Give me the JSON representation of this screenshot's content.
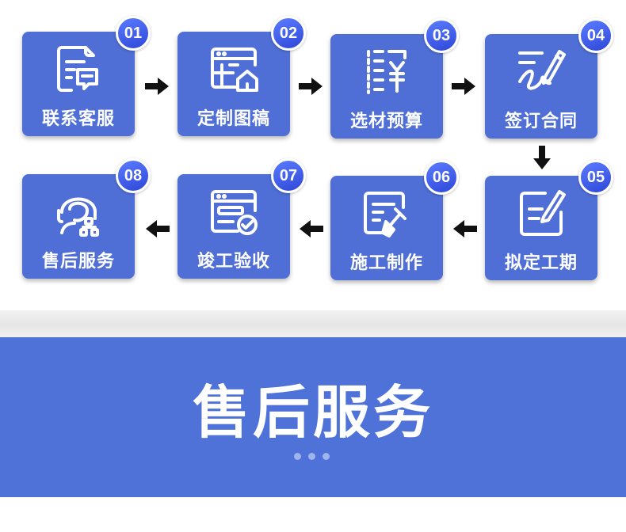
{
  "steps": [
    {
      "num": "01",
      "label": "联系客服",
      "icon": "chat-document-icon"
    },
    {
      "num": "02",
      "label": "定制图稿",
      "icon": "blueprint-house-icon"
    },
    {
      "num": "03",
      "label": "选材预算",
      "icon": "yuan-ledger-icon"
    },
    {
      "num": "04",
      "label": "签订合同",
      "icon": "signature-pen-icon"
    },
    {
      "num": "05",
      "label": "拟定工期",
      "icon": "schedule-edit-icon"
    },
    {
      "num": "06",
      "label": "施工制作",
      "icon": "construction-shovel-icon"
    },
    {
      "num": "07",
      "label": "竣工验收",
      "icon": "acceptance-check-icon"
    },
    {
      "num": "08",
      "label": "售后服务",
      "icon": "headset-support-icon"
    }
  ],
  "banner": {
    "title": "售后服务"
  },
  "colors": {
    "card": "#4f6fd6",
    "badge": "#3a56e0",
    "banner": "#4f72d9",
    "arrow": "#111111"
  }
}
